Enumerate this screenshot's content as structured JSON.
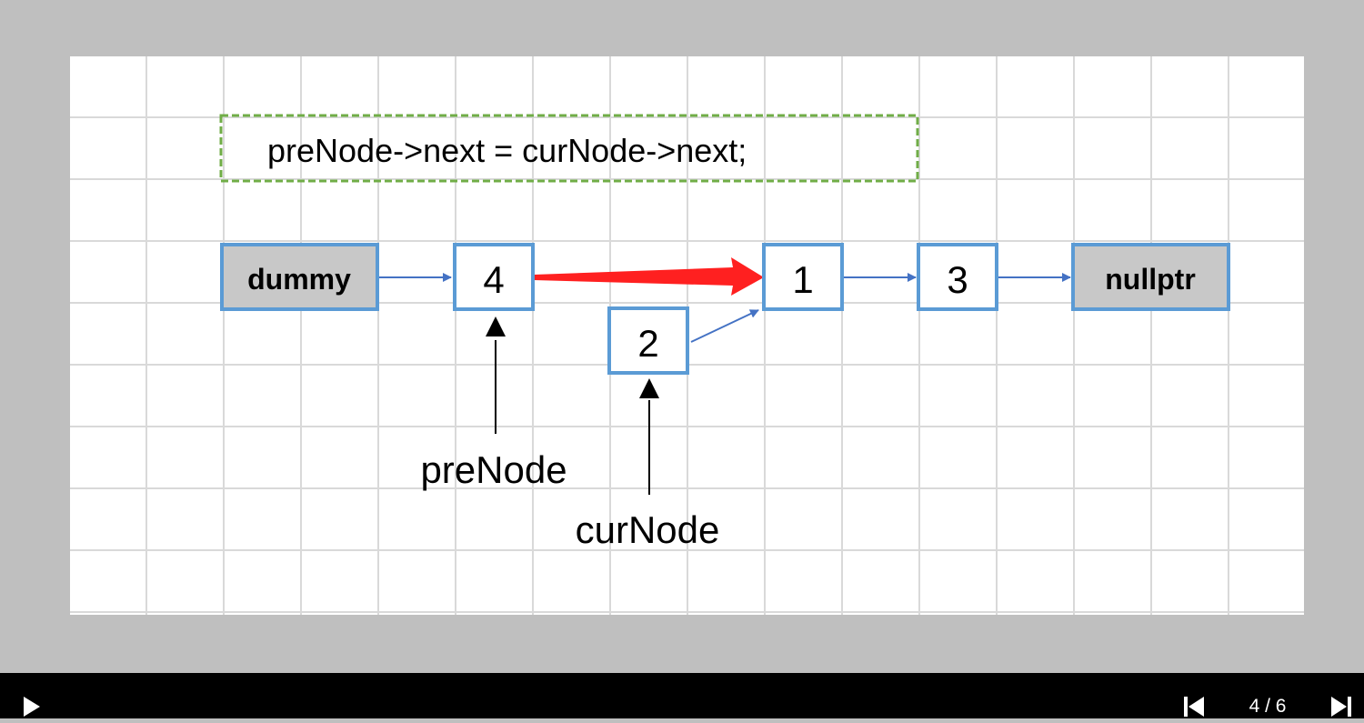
{
  "diagram": {
    "code_line": "preNode->next = curNode->next;",
    "nodes": {
      "dummy": "dummy",
      "n4": "4",
      "n1": "1",
      "n3": "3",
      "nullptr": "nullptr",
      "n2": "2"
    },
    "pointers": {
      "pre": "preNode",
      "cur": "curNode"
    },
    "colors": {
      "node_border": "#5b9bd5",
      "code_border": "#70ad47",
      "highlight_arrow": "#ff2020",
      "link_arrow": "#4472c4",
      "sentinel_fill": "#c8c8c8"
    }
  },
  "player": {
    "page_indicator": "4 / 6",
    "play_icon": "play-icon",
    "prev_icon": "skip-previous-icon",
    "next_icon": "skip-next-icon"
  }
}
